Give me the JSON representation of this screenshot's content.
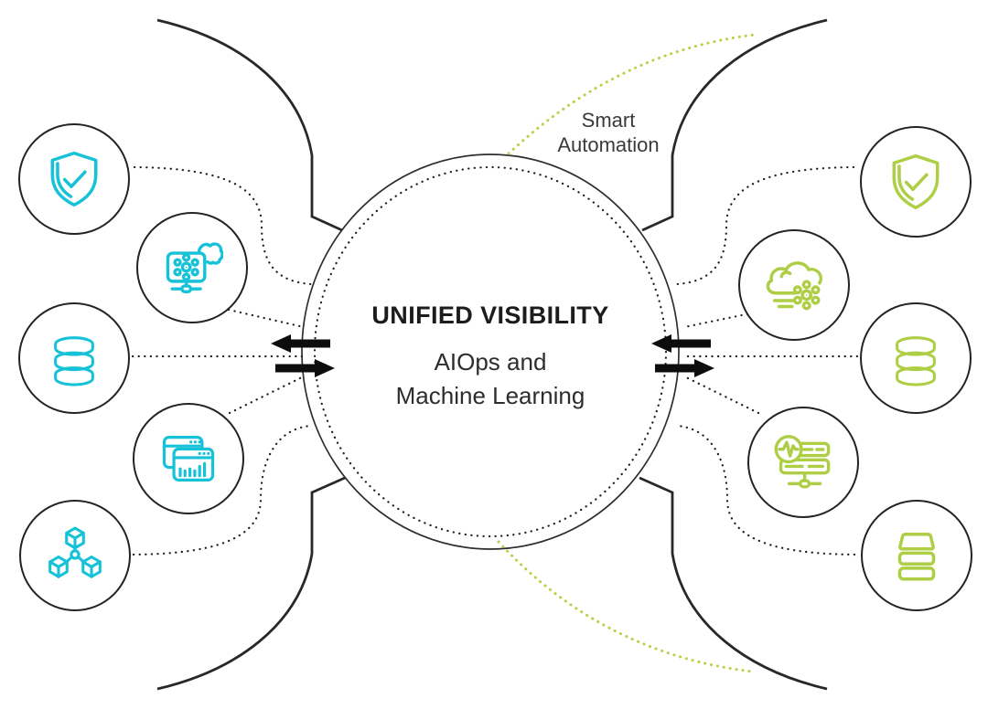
{
  "center": {
    "heading": "UNIFIED VISIBILITY",
    "subtitle_line1": "AIOps and",
    "subtitle_line2": "Machine Learning"
  },
  "annotation": {
    "line1": "Smart",
    "line2": "Automation"
  },
  "colors": {
    "teal": "#16C2D8",
    "green": "#ADCE45",
    "node_outline": "#262223",
    "dotted_line": "#1E1E1E",
    "arrow": "#0D0D0D",
    "green_dotted_arc": "#B9D048"
  },
  "left_nodes": [
    {
      "icon": "shield-check",
      "color": "#16C2D8"
    },
    {
      "icon": "monitor-cloud-network",
      "color": "#16C2D8"
    },
    {
      "icon": "database",
      "color": "#16C2D8"
    },
    {
      "icon": "app-windows-analytics",
      "color": "#16C2D8"
    },
    {
      "icon": "linked-cubes",
      "color": "#16C2D8"
    }
  ],
  "right_nodes": [
    {
      "icon": "shield-check",
      "color": "#ADCE45"
    },
    {
      "icon": "cloud-automation",
      "color": "#ADCE45"
    },
    {
      "icon": "database",
      "color": "#ADCE45"
    },
    {
      "icon": "server-monitoring",
      "color": "#ADCE45"
    },
    {
      "icon": "storage-stack",
      "color": "#ADCE45"
    }
  ],
  "arrows": [
    {
      "side": "left",
      "direction": "left"
    },
    {
      "side": "left",
      "direction": "right"
    },
    {
      "side": "right",
      "direction": "left"
    },
    {
      "side": "right",
      "direction": "right"
    }
  ]
}
